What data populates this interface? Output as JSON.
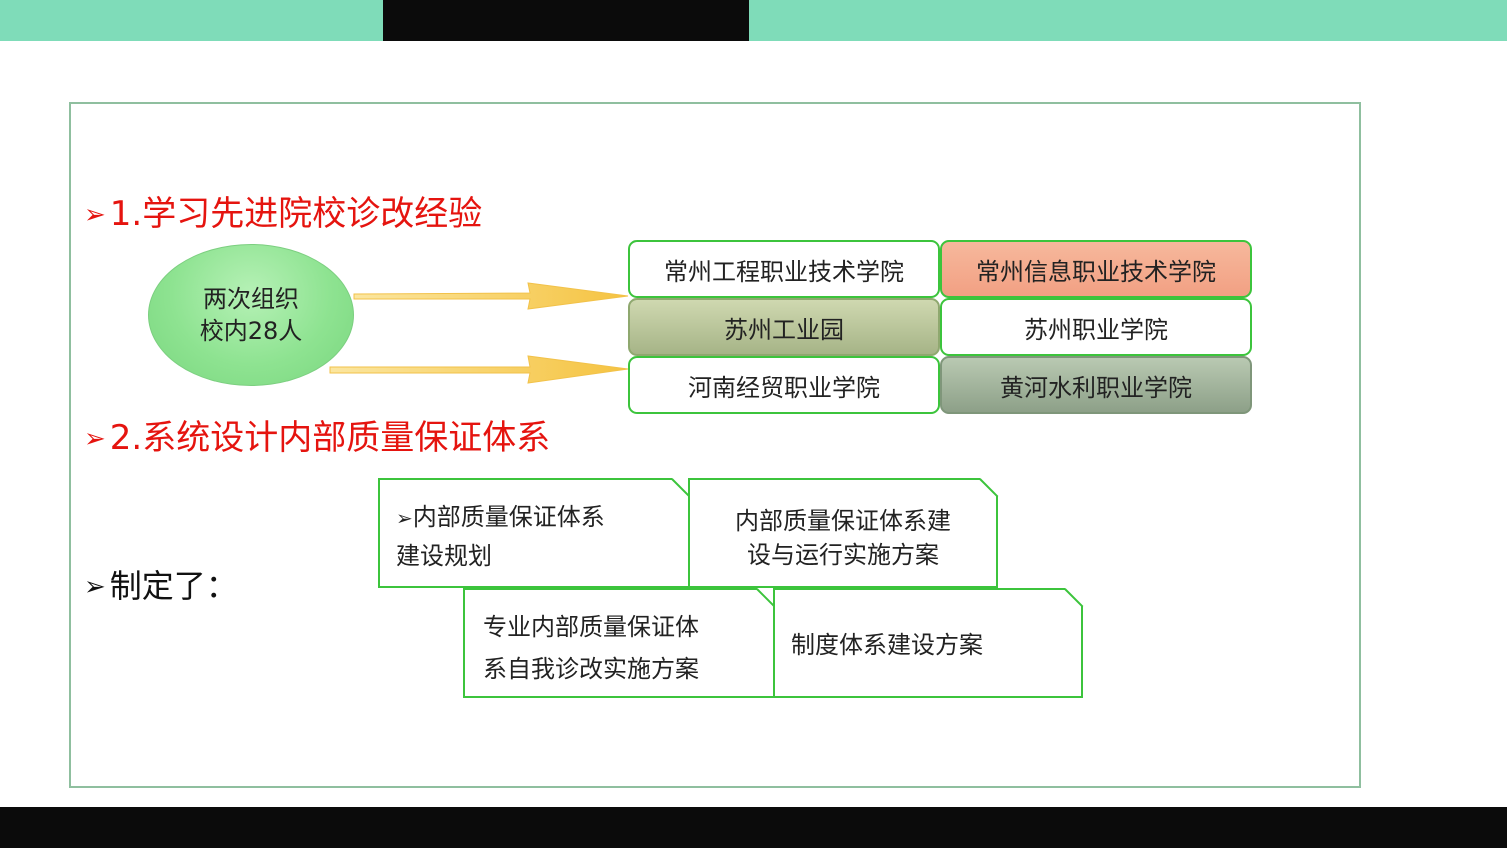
{
  "headings": {
    "bullet": "➢",
    "h1": "1.学习先进院校诊改经验",
    "h2": "2.系统设计内部质量保证体系",
    "h3": "制定了："
  },
  "ellipse": {
    "line1": "两次组织",
    "line2": "校内28人"
  },
  "schools": [
    {
      "name": "常州工程职业技术学院",
      "style": "white"
    },
    {
      "name": "常州信息职业技术学院",
      "style": "orange"
    },
    {
      "name": "苏州工业园",
      "style": "olive"
    },
    {
      "name": "苏州职业学院",
      "style": "white"
    },
    {
      "name": "河南经贸职业学院",
      "style": "white"
    },
    {
      "name": "黄河水利职业学院",
      "style": "grey"
    }
  ],
  "documents": {
    "doc1": {
      "bullet": "➢",
      "line1": "内部质量保证体系",
      "line2": "建设规划"
    },
    "doc2": {
      "line1": "内部质量保证体系建",
      "line2": "设与运行实施方案"
    },
    "doc3": {
      "line1": "专业内部质量保证体",
      "line2": "系自我诊改实施方案"
    },
    "doc4": {
      "line1": "制度体系建设方案"
    }
  },
  "colors": {
    "accent_red": "#e5140f",
    "mint": "#7fdcb9",
    "border_green": "#3cc43c",
    "arrow_gold": "#f7c948"
  }
}
